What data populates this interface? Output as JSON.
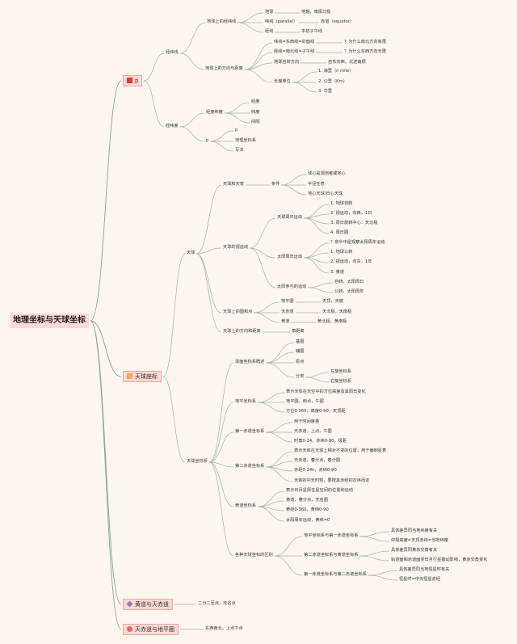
{
  "root": {
    "label": "地理坐标与天球坐标"
  },
  "branches": [
    {
      "id": "b1",
      "label": "p",
      "icon": "red-square-icon",
      "color": "#e53935"
    },
    {
      "id": "b2",
      "label": "天球座标",
      "icon": "orange-square-icon",
      "color": "#f2a65a"
    },
    {
      "id": "b3",
      "label": "黄道与天赤道",
      "icon": "purple-diamond-icon",
      "color": "#8e7cc3"
    },
    {
      "id": "b4",
      "label": "天赤道与地平圈",
      "icon": "red-circle-icon",
      "color": "#e06666"
    }
  ],
  "nodes": [
    {
      "id": "a1",
      "label": "经纬线"
    },
    {
      "id": "a2",
      "label": "地球上的经纬线"
    },
    {
      "id": "a3",
      "label": "地球"
    },
    {
      "id": "a4",
      "label": "地轴，南极北极"
    },
    {
      "id": "a5",
      "label": "纬线（parallel）"
    },
    {
      "id": "a6",
      "label": "赤道（equator）"
    },
    {
      "id": "a7",
      "label": "经线"
    },
    {
      "id": "a8",
      "label": "本初子午线"
    },
    {
      "id": "a9",
      "label": "地球上的方向与距离"
    },
    {
      "id": "a10",
      "label": "纬线=东西线=卯酉线"
    },
    {
      "id": "a11",
      "label": "？为什么南北方向有限"
    },
    {
      "id": "a12",
      "label": "经线=南北线=子午线"
    },
    {
      "id": "a13",
      "label": "？为什么东西方向无限"
    },
    {
      "id": "a14",
      "label": "地球自转方向"
    },
    {
      "id": "a15",
      "label": "自东向西，北逆南顺"
    },
    {
      "id": "a16",
      "label": "长度单位"
    },
    {
      "id": "a17",
      "label": "1. 海里（n mile）"
    },
    {
      "id": "a18",
      "label": "2. 公里（Km）"
    },
    {
      "id": "a19",
      "label": "3. 华里"
    },
    {
      "id": "a20",
      "label": "经纬度"
    },
    {
      "id": "a21",
      "label": "经度纬度"
    },
    {
      "id": "a22",
      "label": "经度"
    },
    {
      "id": "a23",
      "label": "纬度"
    },
    {
      "id": "a24",
      "label": "间隔"
    },
    {
      "id": "a25",
      "label": "p"
    },
    {
      "id": "a26",
      "label": "p"
    },
    {
      "id": "a27",
      "label": "地理坐标系"
    },
    {
      "id": "a28",
      "label": "写法"
    },
    {
      "id": "c1",
      "label": "天球"
    },
    {
      "id": "c2",
      "label": "天球和天穹"
    },
    {
      "id": "c3",
      "label": "条件"
    },
    {
      "id": "c4",
      "label": "球心是观测者或地心"
    },
    {
      "id": "c5",
      "label": "半径任意"
    },
    {
      "id": "c6",
      "label": "地心天球/日心天球"
    },
    {
      "id": "c7",
      "label": "天球的视运动"
    },
    {
      "id": "c8",
      "label": "天球周日运动"
    },
    {
      "id": "c9",
      "label": "1. 地球自转"
    },
    {
      "id": "c10",
      "label": "2. 视运动，向西，1日"
    },
    {
      "id": "c11",
      "label": "3. 周日旋转中心：天北极"
    },
    {
      "id": "c12",
      "label": "4. 周日圈"
    },
    {
      "id": "c13",
      "label": "太阳周年运动"
    },
    {
      "id": "c14",
      "label": "？夜半中星观察太阳周年运动"
    },
    {
      "id": "c15",
      "label": "1. 地球公转"
    },
    {
      "id": "c16",
      "label": "2. 视运动，向东，1年"
    },
    {
      "id": "c17",
      "label": "3. 黄道"
    },
    {
      "id": "c18",
      "label": "太阳参与的运动"
    },
    {
      "id": "c19",
      "label": "自转，太阳周日"
    },
    {
      "id": "c20",
      "label": "公转，太阳周年"
    },
    {
      "id": "c21",
      "label": "天球上的圆和点"
    },
    {
      "id": "c22",
      "label": "地平圈"
    },
    {
      "id": "c23",
      "label": "天顶，天底"
    },
    {
      "id": "c24",
      "label": "天赤道"
    },
    {
      "id": "c25",
      "label": "天北极，天南极"
    },
    {
      "id": "c26",
      "label": "黄道"
    },
    {
      "id": "c27",
      "label": "黄北极，黄南极"
    },
    {
      "id": "c28",
      "label": "天球上的方向和距离"
    },
    {
      "id": "c29",
      "label": "角距离"
    },
    {
      "id": "d1",
      "label": "天球坐标系"
    },
    {
      "id": "d2",
      "label": "球面坐标系概述"
    },
    {
      "id": "d3",
      "label": "基圈"
    },
    {
      "id": "d4",
      "label": "辅圈"
    },
    {
      "id": "d5",
      "label": "原点"
    },
    {
      "id": "d6",
      "label": "分类"
    },
    {
      "id": "d7",
      "label": "左旋坐标系"
    },
    {
      "id": "d8",
      "label": "右旋坐标系"
    },
    {
      "id": "d9",
      "label": "地平坐标系"
    },
    {
      "id": "d10",
      "label": "表示天体在天空中的方位高度及其周日变化"
    },
    {
      "id": "d11",
      "label": "地平圈，南点，午圈"
    },
    {
      "id": "d12",
      "label": "方位0-360，高度0-90，天顶距"
    },
    {
      "id": "d13",
      "label": "第一赤道坐标系"
    },
    {
      "id": "d14",
      "label": "用于时间度量"
    },
    {
      "id": "d15",
      "label": "天赤道，上点，午圈"
    },
    {
      "id": "d16",
      "label": "时角0-24，赤纬0-90，极距"
    },
    {
      "id": "d17",
      "label": "第二赤道坐标系"
    },
    {
      "id": "d18",
      "label": "表示天体在天球上相对不变的位置，用于编制星表"
    },
    {
      "id": "d19",
      "label": "天赤道，春分点，春分圈"
    },
    {
      "id": "d20",
      "label": "赤经0-24h，赤纬0-90"
    },
    {
      "id": "d21",
      "label": "天体的中天时刻，要按其赤经的次序而定"
    },
    {
      "id": "d22",
      "label": "黄道坐标系"
    },
    {
      "id": "d23",
      "label": "表示日月星辰在星空间的位置和运动"
    },
    {
      "id": "d24",
      "label": "黄道，春分点，无名圈"
    },
    {
      "id": "d25",
      "label": "黄经0-360，黄纬0-90"
    },
    {
      "id": "d26",
      "label": "太阳周年运动，黄纬=0"
    },
    {
      "id": "d27",
      "label": "各种天球坐标的区别"
    },
    {
      "id": "d28",
      "label": "地平坐标系与第一赤道坐标系"
    },
    {
      "id": "d29",
      "label": "具体差异同当地纬度有关"
    },
    {
      "id": "d30",
      "label": "仰极高度=天顶赤纬=当地纬度"
    },
    {
      "id": "d31",
      "label": "第二赤道坐标系与黄道坐标系"
    },
    {
      "id": "d32",
      "label": "具体差异同黄赤交角有关"
    },
    {
      "id": "d33",
      "label": "轨道面和赤道面受日月行星摄动影响，黄赤交角变化"
    },
    {
      "id": "d34",
      "label": "第一赤道坐标系与第二赤道坐标系"
    },
    {
      "id": "d35",
      "label": "具体差异同当地恒星时有关"
    },
    {
      "id": "d36",
      "label": "恒星时=中天恒星赤经"
    },
    {
      "id": "e1",
      "label": "二分二至点，无名点"
    },
    {
      "id": "f1",
      "label": "东西南北，上点下点"
    }
  ]
}
